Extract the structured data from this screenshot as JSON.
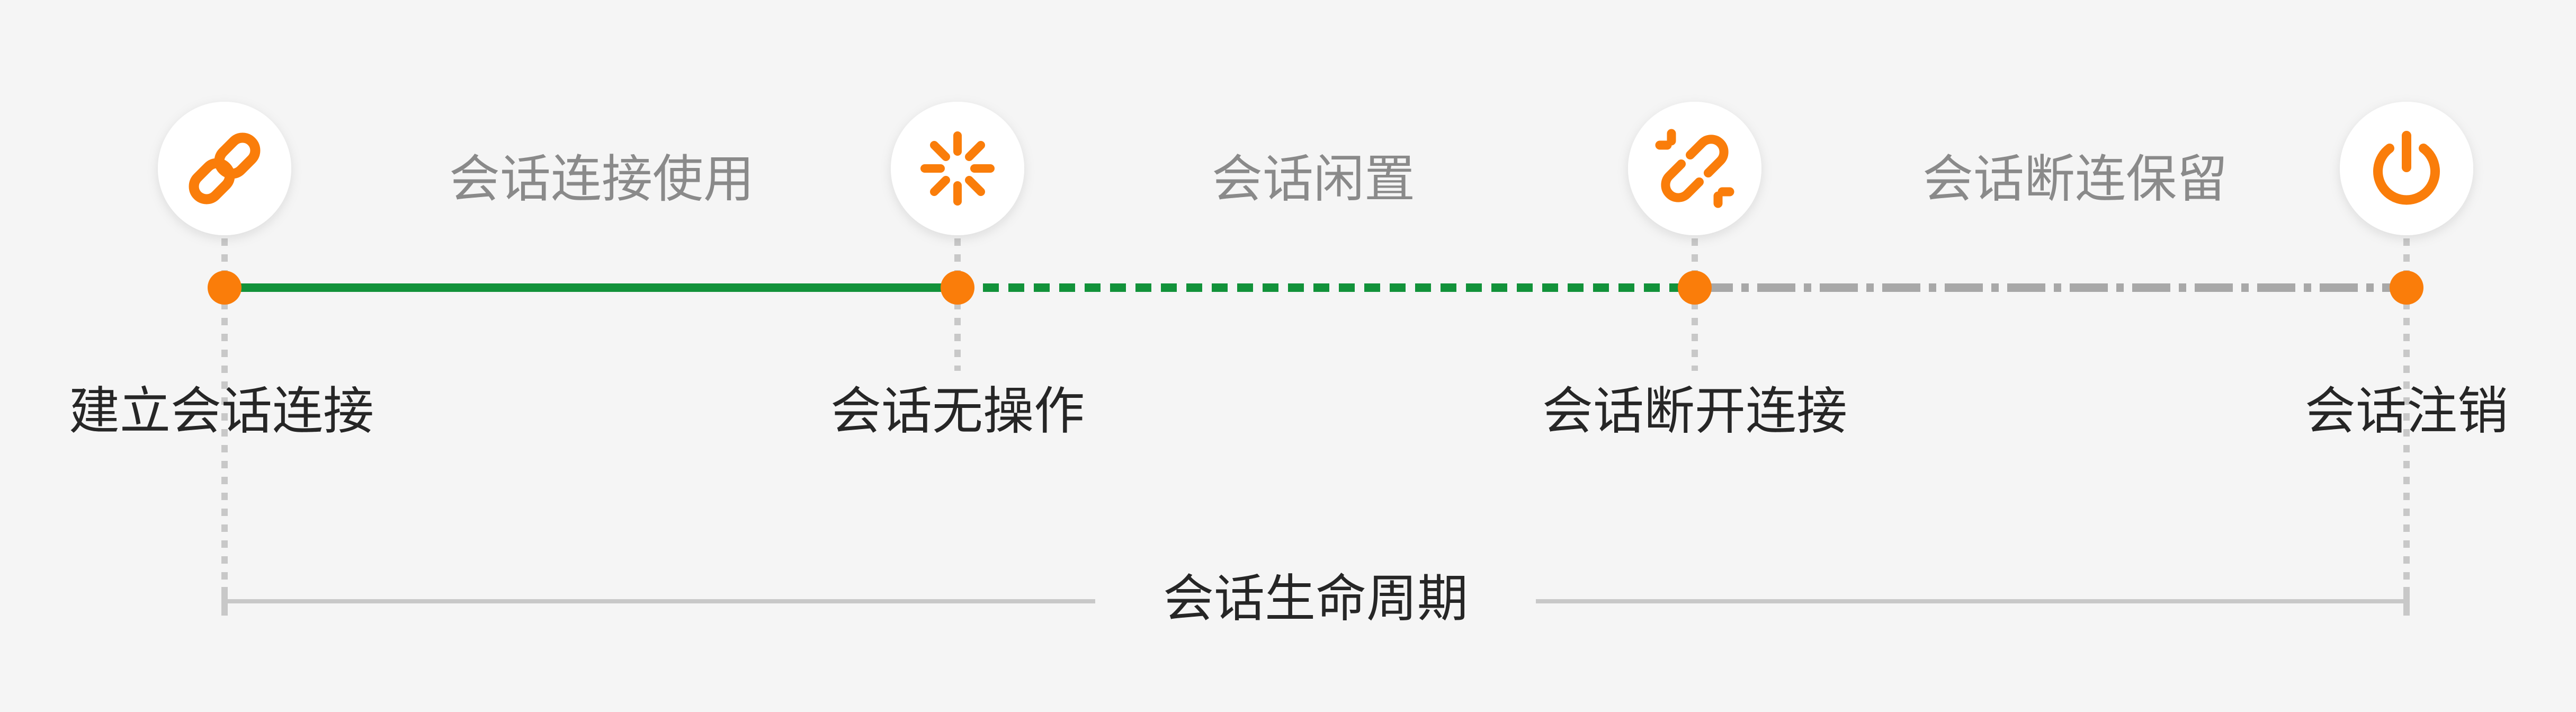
{
  "diagram": {
    "stages": [
      {
        "label": "会话连接使用",
        "style": "solid",
        "color": "#12923a"
      },
      {
        "label": "会话闲置",
        "style": "dashed",
        "color": "#12923a"
      },
      {
        "label": "会话断连保留",
        "style": "dash-dot",
        "color": "#a8a8a8"
      }
    ],
    "events": [
      {
        "label": "建立会话连接",
        "icon": "link-icon"
      },
      {
        "label": "会话无操作",
        "icon": "loading-spinner-icon"
      },
      {
        "label": "会话断开连接",
        "icon": "broken-link-icon"
      },
      {
        "label": "会话注销",
        "icon": "power-icon"
      }
    ],
    "lifecycle_label": "会话生命周期",
    "colors": {
      "accent": "#fa7d0a",
      "active_line": "#12923a",
      "inactive_line": "#a8a8a8",
      "guide": "#c8c8c8",
      "background": "#f5f5f5"
    }
  }
}
